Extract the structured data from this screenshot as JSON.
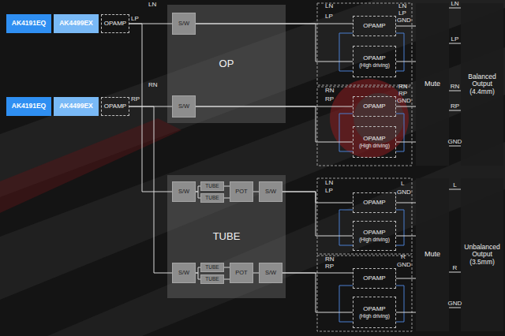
{
  "diagram": {
    "nodes": [
      {
        "text": [
          "AK4191EQ"
        ]
      },
      {
        "text": [
          "AK4499EX"
        ]
      },
      {
        "text": [
          "OPAMP"
        ]
      },
      {
        "text": [
          "AK4191EQ"
        ]
      },
      {
        "text": [
          "AK4499EX"
        ]
      },
      {
        "text": [
          "OPAMP"
        ]
      },
      {
        "text": [
          "OP"
        ]
      },
      {
        "text": [
          "S/W"
        ],
        "in": 6
      },
      {
        "text": [
          "S/W"
        ],
        "in": 6
      },
      {
        "text": [
          "TUBE"
        ]
      },
      {
        "text": [
          "S/W"
        ],
        "in": 9
      },
      {
        "text": [
          "TUBE"
        ],
        "in": 9
      },
      {
        "text": [
          "TUBE"
        ],
        "in": 9
      },
      {
        "text": [
          "POT"
        ],
        "in": 9
      },
      {
        "text": [
          "S/W"
        ],
        "in": 9
      },
      {
        "text": [
          "S/W"
        ],
        "in": 9
      },
      {
        "text": [
          "TUBE"
        ],
        "in": 9
      },
      {
        "text": [
          "TUBE"
        ],
        "in": 9
      },
      {
        "text": [
          "POT"
        ],
        "in": 9
      },
      {
        "text": [
          "S/W"
        ],
        "in": 9
      },
      {
        "text": [
          "OPAMP"
        ]
      },
      {
        "text": [
          "OPAMP",
          "(High driving)"
        ]
      },
      {
        "text": [
          "OPAMP"
        ]
      },
      {
        "text": [
          "OPAMP",
          "(High driving)"
        ]
      },
      {
        "text": [
          "OPAMP"
        ]
      },
      {
        "text": [
          "OPAMP",
          "(High driving)"
        ]
      },
      {
        "text": [
          "OPAMP"
        ]
      },
      {
        "text": [
          "OPAMP",
          "(High driving)"
        ]
      },
      {
        "text": [
          "Mute"
        ]
      },
      {
        "text": [
          "Balanced Output (4.4mm)"
        ]
      },
      {
        "text": [
          "Mute"
        ]
      },
      {
        "text": [
          "Unbalanced Output (3.5mm)"
        ]
      }
    ],
    "edges": [
      {
        "from": 2,
        "to": 7,
        "arrow": "none"
      },
      {
        "from": 2,
        "to": 10,
        "arrow": "none"
      },
      {
        "from": 7,
        "to": 20,
        "arrow": "none"
      },
      {
        "from": 7,
        "to": 21,
        "arrow": "none"
      },
      {
        "from": 10,
        "to": 11,
        "arrow": "none"
      },
      {
        "from": 10,
        "to": 12,
        "arrow": "none"
      },
      {
        "from": 11,
        "to": 13,
        "arrow": "none"
      },
      {
        "from": 12,
        "to": 13,
        "arrow": "none"
      },
      {
        "from": 13,
        "to": 14,
        "arrow": "none"
      },
      {
        "from": 14,
        "to": 24,
        "arrow": "none"
      },
      {
        "from": 14,
        "to": 25,
        "arrow": "none"
      },
      {
        "from": 5,
        "to": 8,
        "arrow": "none"
      },
      {
        "from": 5,
        "to": 15,
        "arrow": "none"
      },
      {
        "from": 8,
        "to": 22,
        "arrow": "none"
      },
      {
        "from": 8,
        "to": 23,
        "arrow": "none"
      },
      {
        "from": 15,
        "to": 16,
        "arrow": "none"
      },
      {
        "from": 15,
        "to": 17,
        "arrow": "none"
      },
      {
        "from": 16,
        "to": 18,
        "arrow": "none"
      },
      {
        "from": 17,
        "to": 18,
        "arrow": "none"
      },
      {
        "from": 18,
        "to": 19,
        "arrow": "none"
      },
      {
        "from": 19,
        "to": 26,
        "arrow": "none"
      },
      {
        "from": 19,
        "to": 27,
        "arrow": "none"
      },
      {
        "from": 20,
        "to": 28,
        "arrow": "none"
      },
      {
        "from": 21,
        "to": 28,
        "arrow": "none"
      },
      {
        "from": 22,
        "to": 28,
        "arrow": "none"
      },
      {
        "from": 23,
        "to": 28,
        "arrow": "none"
      },
      {
        "from": 24,
        "to": 30,
        "arrow": "none"
      },
      {
        "from": 25,
        "to": 30,
        "arrow": "none"
      },
      {
        "from": 26,
        "to": 30,
        "arrow": "none"
      },
      {
        "from": 27,
        "to": 30,
        "arrow": "none"
      },
      {
        "from": 28,
        "to": 29,
        "label": "LN",
        "arrow": "none"
      },
      {
        "from": 28,
        "to": 29,
        "label": "LP",
        "arrow": "none"
      },
      {
        "from": 28,
        "to": 29,
        "label": "RN",
        "arrow": "none"
      },
      {
        "from": 28,
        "to": 29,
        "label": "RP",
        "arrow": "none"
      },
      {
        "from": 28,
        "to": 29,
        "label": "GND",
        "arrow": "none"
      },
      {
        "from": 30,
        "to": 31,
        "label": "L",
        "arrow": "none"
      },
      {
        "from": 30,
        "to": 31,
        "label": "R",
        "arrow": "none"
      },
      {
        "from": 30,
        "to": 31,
        "label": "GND",
        "arrow": "none"
      }
    ],
    "labels": [
      "LN",
      "LP",
      "RN",
      "RP",
      "LN",
      "LP",
      "LN",
      "LP",
      "GND",
      "RN",
      "RP",
      "RN",
      "RP",
      "GND",
      "LN",
      "LP",
      "L",
      "GND",
      "RN",
      "RP",
      "R",
      "GND"
    ]
  }
}
